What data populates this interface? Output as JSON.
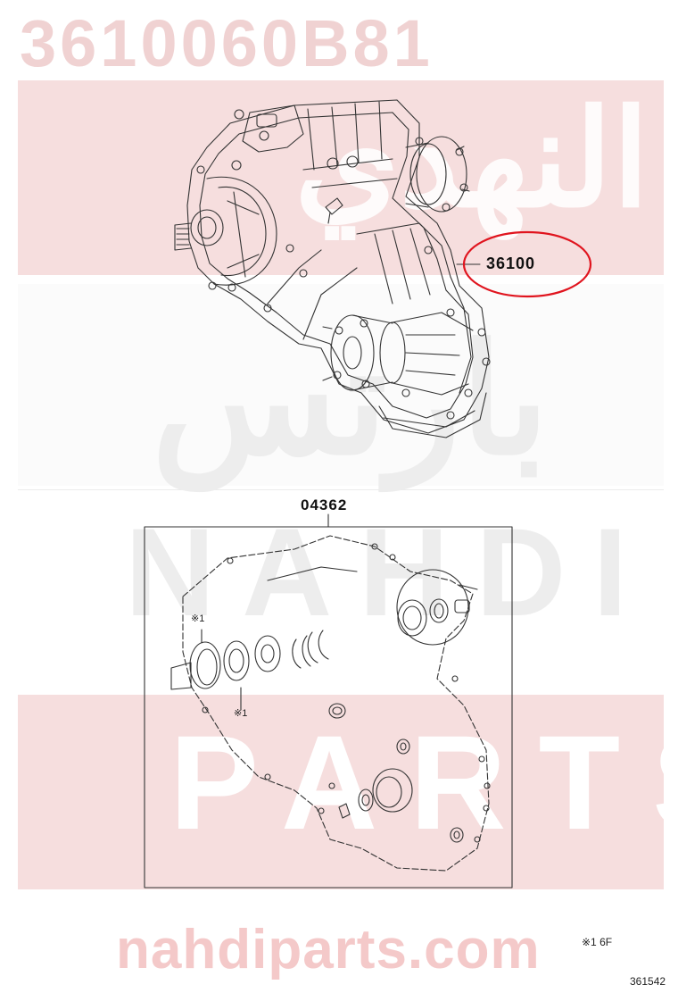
{
  "title": "3610060B81",
  "watermark": {
    "arabic_top": "النهدي",
    "arabic_middle": "بارتس",
    "word_nahdi": "NAHDI",
    "word_parts": "PARTS",
    "site": "nahdiparts.com"
  },
  "callouts": {
    "assembly": "36100",
    "kit": "04362"
  },
  "markers": {
    "seal_mark_1": "※1",
    "seal_mark_2": "※1"
  },
  "footnote": "※1 6F",
  "figure_number": "361542",
  "colors": {
    "highlight": "#e0141e",
    "watermark_red": "#f6dede",
    "line": "#333333"
  }
}
